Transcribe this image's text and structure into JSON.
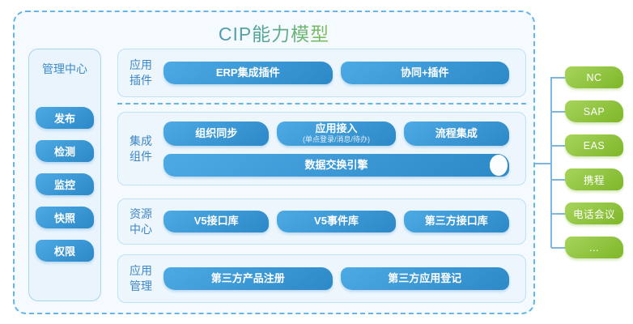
{
  "title": "CIP能力模型",
  "colors": {
    "accent_blue": "#2e8ac8",
    "accent_blue_light": "#4daae4",
    "accent_green": "#80b82c",
    "accent_green_light": "#a7d45c",
    "panel_border": "#a6d4f0",
    "dashed_border": "#66b5e6",
    "label_blue": "#3e87c4",
    "title_gradient_start": "#4f93bf",
    "title_gradient_end": "#8fc845"
  },
  "sidebar": {
    "title": "管理中心",
    "items": [
      {
        "label": "发布"
      },
      {
        "label": "检测"
      },
      {
        "label": "监控"
      },
      {
        "label": "快照"
      },
      {
        "label": "权限"
      }
    ]
  },
  "rows": [
    {
      "label1": "应用",
      "label2": "插件",
      "pills": [
        {
          "label": "ERP集成插件"
        },
        {
          "label": "协同+插件"
        }
      ]
    },
    {
      "label1": "集成",
      "label2": "组件",
      "pills": [
        {
          "label": "组织同步"
        },
        {
          "label": "应用接入",
          "sublabel": "(单点登录/消息/待办)"
        },
        {
          "label": "流程集成"
        }
      ],
      "wide_pill": {
        "label": "数据交换引擎"
      }
    },
    {
      "label1": "资源",
      "label2": "中心",
      "pills": [
        {
          "label": "V5接口库"
        },
        {
          "label": "V5事件库"
        },
        {
          "label": "第三方接口库"
        }
      ]
    },
    {
      "label1": "应用",
      "label2": "管理",
      "pills": [
        {
          "label": "第三方产品注册"
        },
        {
          "label": "第三方应用登记"
        }
      ]
    }
  ],
  "right_panel": {
    "items": [
      {
        "label": "NC"
      },
      {
        "label": "SAP"
      },
      {
        "label": "EAS"
      },
      {
        "label": "携程"
      },
      {
        "label": "电话会议"
      },
      {
        "label": "..."
      }
    ]
  }
}
